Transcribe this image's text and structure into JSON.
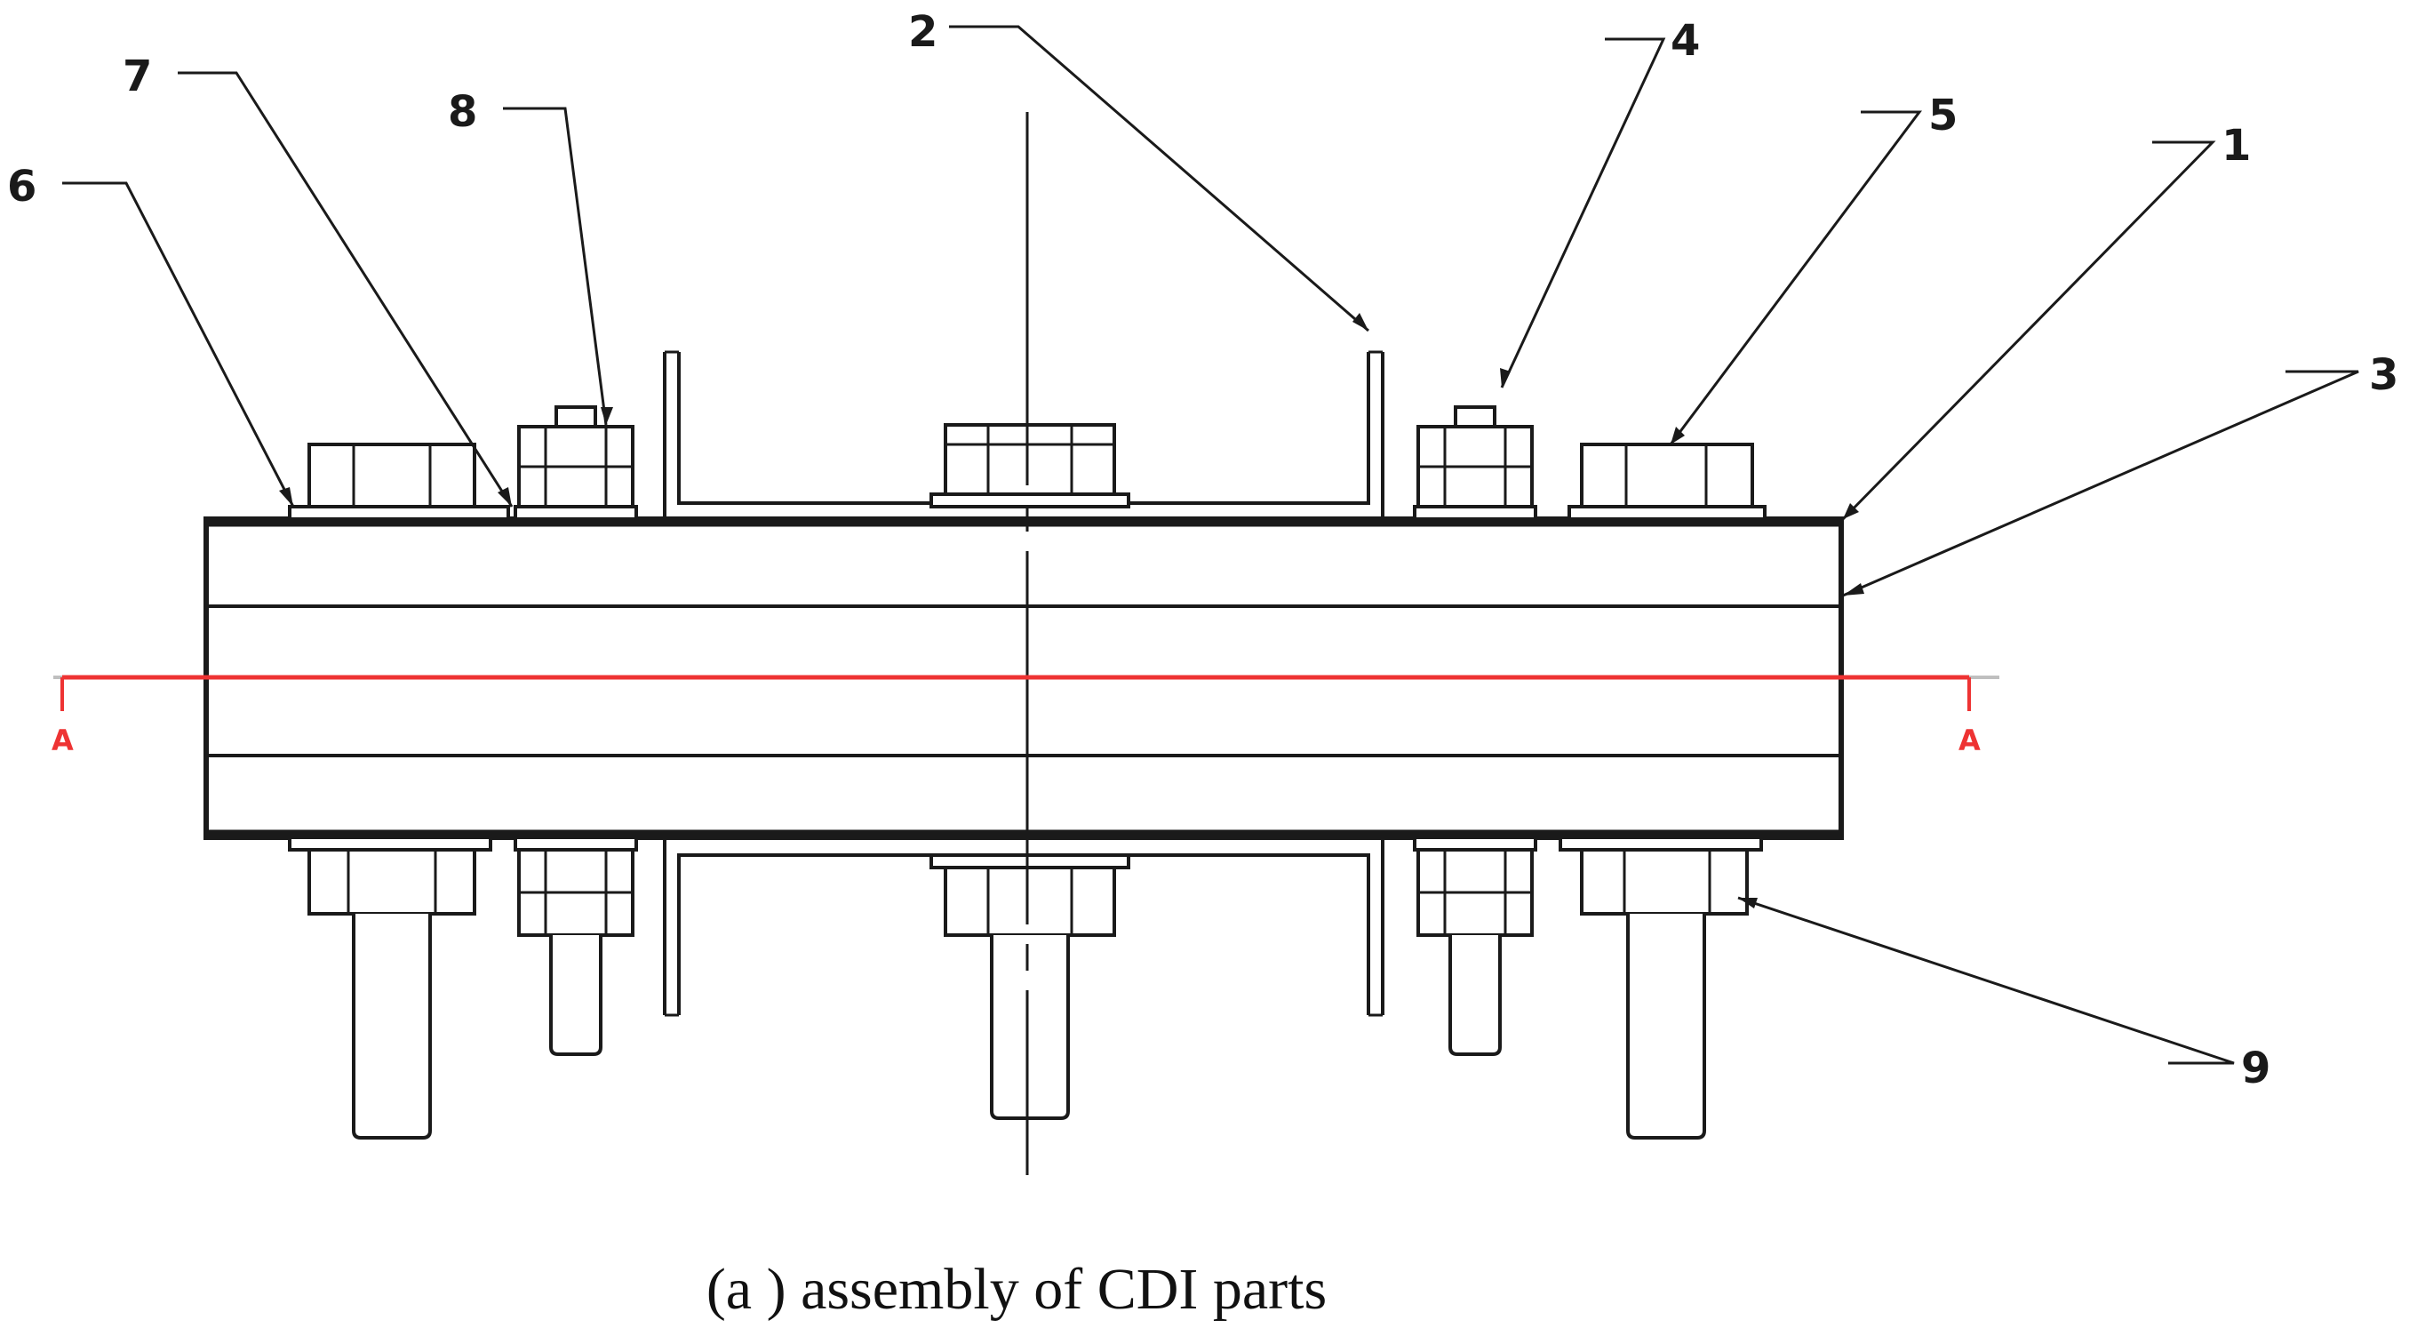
{
  "diagram": {
    "caption": "(a ) assembly of CDI parts",
    "callouts": {
      "c1": "1",
      "c2": "2",
      "c3": "3",
      "c4": "4",
      "c5": "5",
      "c6": "6",
      "c7": "7",
      "c8": "8",
      "c9": "9"
    },
    "section": {
      "left": "A",
      "right": "A",
      "color": "#ee3333"
    }
  }
}
